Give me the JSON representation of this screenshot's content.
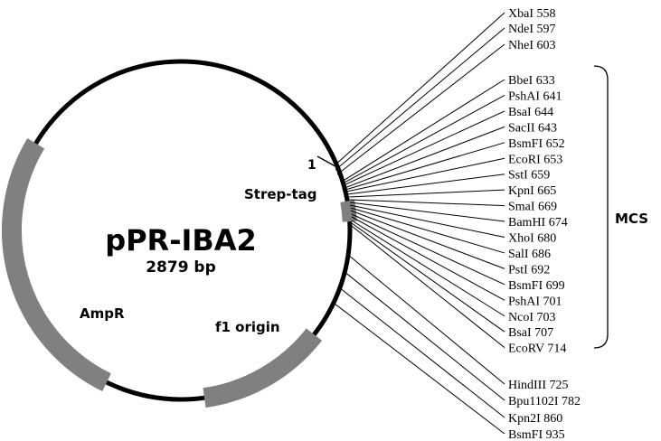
{
  "plasmid": {
    "name": "pPR-IBA2",
    "size": "2879 bp",
    "start_marker": "1",
    "features": {
      "strep_tag": "Strep-tag",
      "ampr": "AmpR",
      "f1_origin": "f1 origin"
    },
    "mcs_label": "MCS",
    "colors": {
      "backbone": "#000000",
      "feature": "#808080"
    }
  },
  "sites": [
    {
      "enzyme": "XbaI",
      "pos": "558"
    },
    {
      "enzyme": "NdeI",
      "pos": "597"
    },
    {
      "enzyme": "NheI",
      "pos": "603"
    },
    {
      "enzyme": "BbeI",
      "pos": "633"
    },
    {
      "enzyme": "PshAI",
      "pos": "641"
    },
    {
      "enzyme": "BsaI",
      "pos": "644"
    },
    {
      "enzyme": "SacII",
      "pos": "643"
    },
    {
      "enzyme": "BsmFI",
      "pos": "652"
    },
    {
      "enzyme": "EcoRI",
      "pos": "653"
    },
    {
      "enzyme": "SstI",
      "pos": "659"
    },
    {
      "enzyme": "KpnI",
      "pos": "665"
    },
    {
      "enzyme": "SmaI",
      "pos": "669"
    },
    {
      "enzyme": "BamHI",
      "pos": "674"
    },
    {
      "enzyme": "XhoI",
      "pos": "680"
    },
    {
      "enzyme": "SalI",
      "pos": "686"
    },
    {
      "enzyme": "PstI",
      "pos": "692"
    },
    {
      "enzyme": "BsmFI",
      "pos": "699"
    },
    {
      "enzyme": "PshAI",
      "pos": "701"
    },
    {
      "enzyme": "NcoI",
      "pos": "703"
    },
    {
      "enzyme": "BsaI",
      "pos": "707"
    },
    {
      "enzyme": "EcoRV",
      "pos": "714"
    },
    {
      "enzyme": "HindIII",
      "pos": "725"
    },
    {
      "enzyme": "Bpu1102I",
      "pos": "782"
    },
    {
      "enzyme": "Kpn2I",
      "pos": "860"
    },
    {
      "enzyme": "BsmFI",
      "pos": "935"
    }
  ]
}
